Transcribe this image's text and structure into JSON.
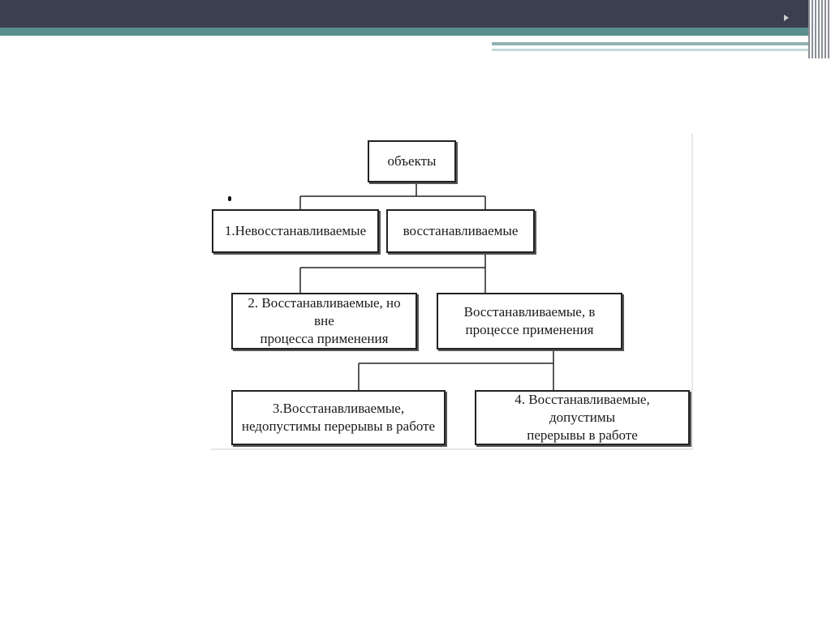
{
  "diagram": {
    "root": "объекты",
    "level1": {
      "left": "1.Невосстанавливаемые",
      "right": "восстанавливаемые"
    },
    "level2": {
      "left": "2. Восстанавливаемые, но вне\nпроцесса применения",
      "right": "Восстанавливаемые, в\nпроцессе применения"
    },
    "level3": {
      "left": "3.Восстанавливаемые,\nнедопустимы перерывы в работе",
      "right": "4. Восстанавливаемые, допустимы\nперерывы в работе"
    }
  }
}
